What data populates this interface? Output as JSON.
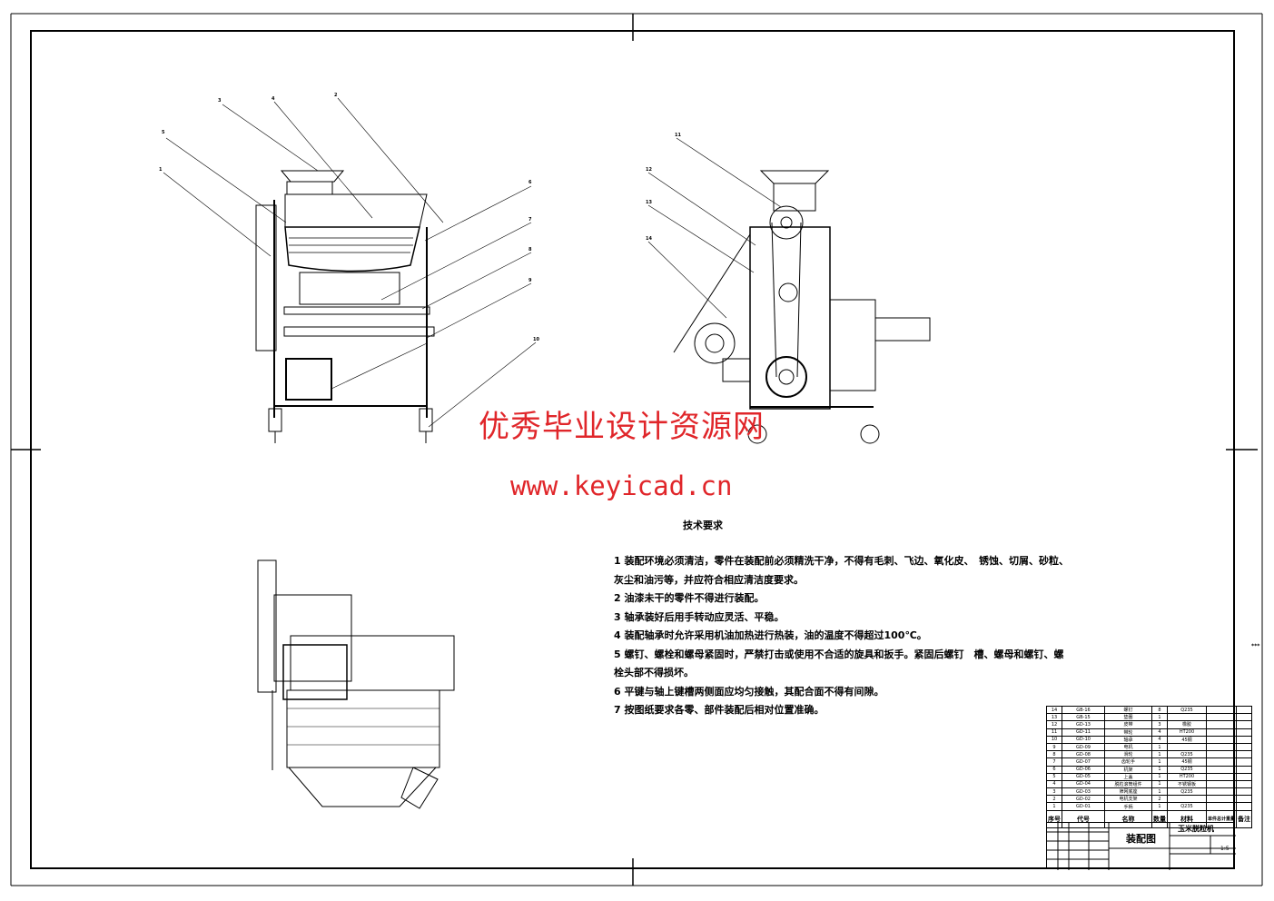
{
  "watermark": {
    "site_name": "优秀毕业设计资源网",
    "url": "www.keyicad.cn",
    "color": "#e0262a"
  },
  "technical_requirements": {
    "title": "技术要求",
    "items": [
      "1 装配环境必须清洁，零件在装配前必须精洗干净，不得有毛刺、飞边、氧化皮、　锈蚀、切屑、砂粒、",
      "灰尘和油污等，并应符合相应清洁度要求。",
      "2 油漆未干的零件不得进行装配。",
      "3 轴承装好后用手转动应灵活、平稳。",
      "4 装配轴承时允许采用机油加热进行热装，油的温度不得超过100℃。",
      "5 螺钉、螺栓和螺母紧固时，严禁打击或使用不合适的旋具和扳手。紧固后螺钉　槽、螺母和螺钉、螺",
      "栓头部不得损坏。",
      "6 平键与轴上键槽两侧面应均匀接触，其配合面不得有间隙。",
      "7 按图纸要求各零、部件装配后相对位置准确。"
    ]
  },
  "part_labels": {
    "front_view": [
      "5",
      "3",
      "4",
      "2",
      "1",
      "6",
      "7",
      "8",
      "9",
      "10"
    ],
    "side_view": [
      "11",
      "12",
      "13",
      "14"
    ]
  },
  "bom": {
    "header": [
      "序号",
      "代号",
      "名称",
      "数量",
      "材料",
      "单件总计重量",
      "备注"
    ],
    "rows": [
      [
        "14",
        "GB-16",
        "螺钉",
        "8",
        "Q235"
      ],
      [
        "13",
        "GB-15",
        "垫圈",
        "1",
        ""
      ],
      [
        "12",
        "GD-13",
        "皮带",
        "3",
        "橡胶"
      ],
      [
        "11",
        "GD-11",
        "带轮",
        "4",
        "HT200"
      ],
      [
        "10",
        "GD-10",
        "轴承",
        "4",
        "45钢"
      ],
      [
        "9",
        "GD-09",
        "电机",
        "1",
        ""
      ],
      [
        "8",
        "GD-08",
        "滑轮",
        "1",
        "Q235"
      ],
      [
        "7",
        "GD-07",
        "齿轮手",
        "1",
        "45钢"
      ],
      [
        "6",
        "GD-06",
        "机架",
        "1",
        "Q235"
      ],
      [
        "5",
        "GD-05",
        "上盖",
        "1",
        "HT200"
      ],
      [
        "4",
        "GD-04",
        "脱粒滚筒组件",
        "1",
        "不锈钢板"
      ],
      [
        "3",
        "GD-03",
        "筛网底座",
        "1",
        "Q235"
      ],
      [
        "2",
        "GD-02",
        "电机支架",
        "2",
        ""
      ],
      [
        "1",
        "GD-01",
        "手柄",
        "1",
        "Q235"
      ]
    ]
  },
  "title_block": {
    "drawing_name": "装配图",
    "product_name": "玉米脱粒机",
    "scale": "1:5"
  },
  "side_mark": "***"
}
